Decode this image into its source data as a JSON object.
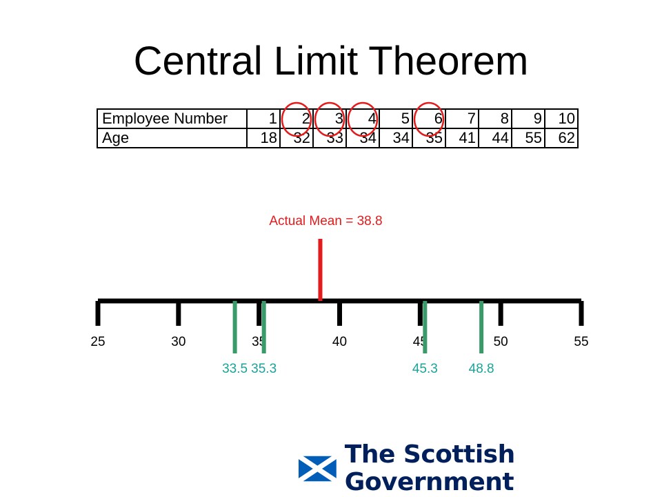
{
  "title": "Central Limit Theorem",
  "table": {
    "rows": [
      {
        "header": "Employee Number",
        "cells": [
          "1",
          "2",
          "3",
          "4",
          "5",
          "6",
          "7",
          "8",
          "9",
          "10"
        ]
      },
      {
        "header": "Age",
        "cells": [
          "18",
          "32",
          "33",
          "34",
          "34",
          "35",
          "41",
          "44",
          "55",
          "62"
        ]
      }
    ],
    "circled_columns": [
      2,
      3,
      4,
      6
    ]
  },
  "number_line": {
    "axis_min": 25,
    "axis_max": 55,
    "major_ticks": [
      25,
      30,
      35,
      40,
      45,
      50,
      55
    ],
    "tick_labels": [
      "25",
      "30",
      "35",
      "40",
      "45",
      "50",
      "55"
    ],
    "actual_mean": 38.8,
    "actual_mean_label": "Actual Mean = 38.8",
    "sample_means": [
      33.5,
      35.3,
      45.3,
      48.8
    ],
    "sample_mean_labels": [
      "33.5",
      "35.3",
      "45.3",
      "48.8"
    ]
  },
  "colors": {
    "axis": "#000000",
    "actual_mean": "#e31b1b",
    "sample_mean_line": "#3a9a6a",
    "sample_mean_label": "#1aa39a",
    "circle": "#e31b1b",
    "brand_navy": "#001f5b"
  },
  "logo": {
    "icon": "saltire-flag-icon",
    "text": "The Scottish Government"
  }
}
